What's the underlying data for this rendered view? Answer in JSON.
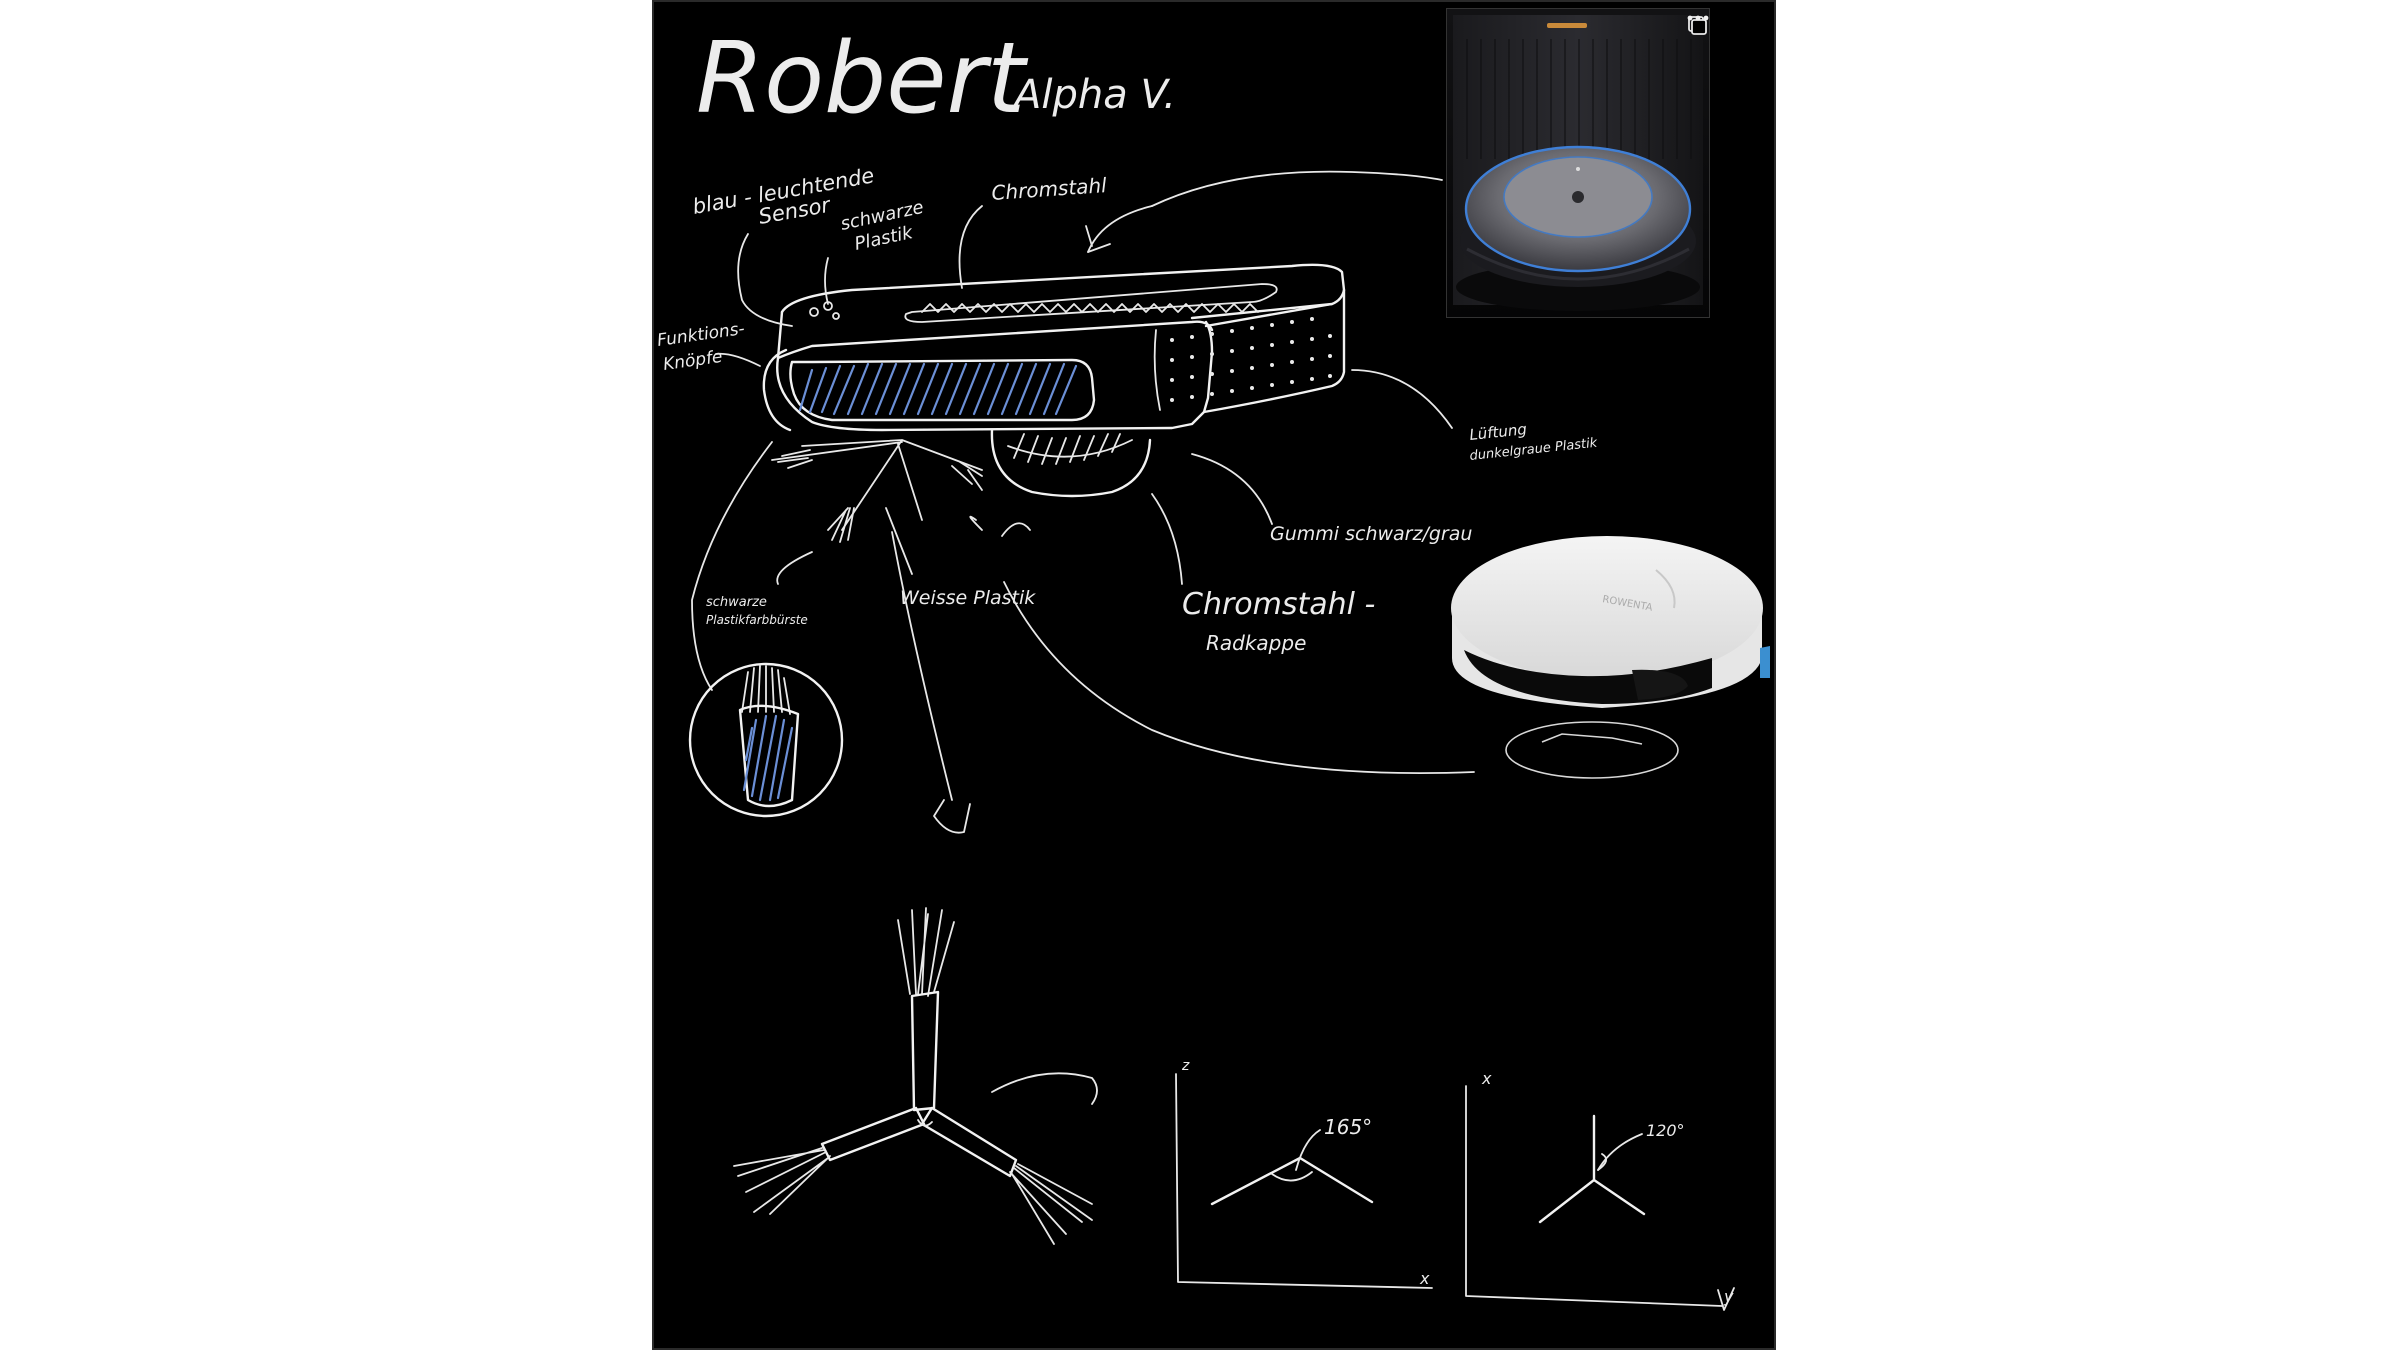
{
  "title": {
    "main": "Robert",
    "sub": "Alpha V."
  },
  "labels": {
    "blue_sensor_1": "blau - leuchtende",
    "blue_sensor_2": "Sensor",
    "black_plastic_1": "schwarze",
    "black_plastic_2": "Plastik",
    "chrome": "Chromstahl",
    "function_buttons_1": "Funktions-",
    "function_buttons_2": "Knöpfe",
    "vent_1": "Lüftung",
    "vent_2": "dunkelgraue Plastik",
    "rubber": "Gummi  schwarz/grau",
    "brush_1": "schwarze",
    "brush_2": "Plastikfarbbürste",
    "white_plastic": "Weisse   Plastik",
    "hubcap_1": "Chromstahl -",
    "hubcap_2": "Radkappe",
    "angle_1": "165°",
    "angle_2": "120°",
    "axis_z": "z",
    "axis_x1": "x",
    "axis_x2": "x",
    "axis_y": "y"
  },
  "toolbar": {
    "icons": [
      "layers-icon",
      "more-icon"
    ]
  },
  "colors": {
    "background": "#000000",
    "ink": "#f2f2f2",
    "accent_blue": "#6b8fd6"
  }
}
